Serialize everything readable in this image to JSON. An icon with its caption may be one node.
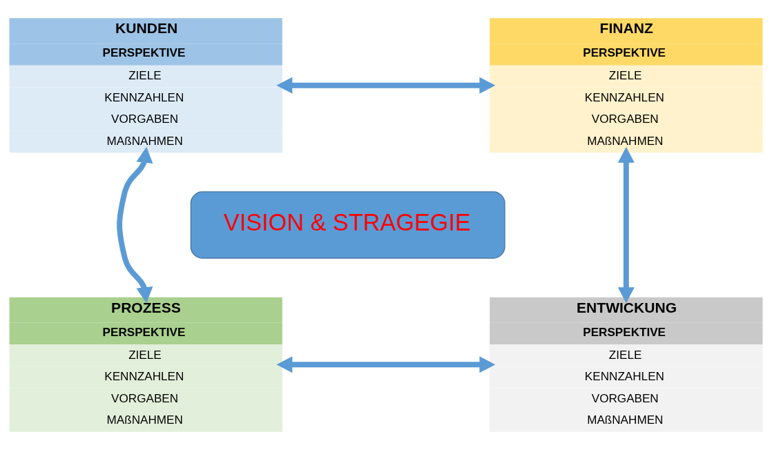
{
  "diagram": {
    "nodes": [
      {
        "text": [
          "KUNDEN",
          "PERSPEKTIVE",
          "ZIELE",
          "KENNZAHLEN",
          "VORGABEN",
          "MAßNAHMEN"
        ]
      },
      {
        "text": [
          "FINANZ",
          "PERSPEKTIVE",
          "ZIELE",
          "KENNZAHLEN",
          "VORGABEN",
          "MAßNAHMEN"
        ]
      },
      {
        "text": [
          "VISION & STRAGEGIE"
        ]
      },
      {
        "text": [
          "PROZESS",
          "PERSPEKTIVE",
          "ZIELE",
          "KENNZAHLEN",
          "VORGABEN",
          "MAßNAHMEN"
        ]
      },
      {
        "text": [
          "ENTWICKUNG",
          "PERSPEKTIVE",
          "ZIELE",
          "KENNZAHLEN",
          "VORGABEN",
          "MAßNAHMEN"
        ]
      }
    ],
    "edges": [
      {
        "from": 0,
        "to": 1,
        "arrow": "both"
      },
      {
        "from": 0,
        "to": 3,
        "arrow": "both"
      },
      {
        "from": 1,
        "to": 4,
        "arrow": "both"
      },
      {
        "from": 3,
        "to": 4,
        "arrow": "both"
      }
    ]
  }
}
